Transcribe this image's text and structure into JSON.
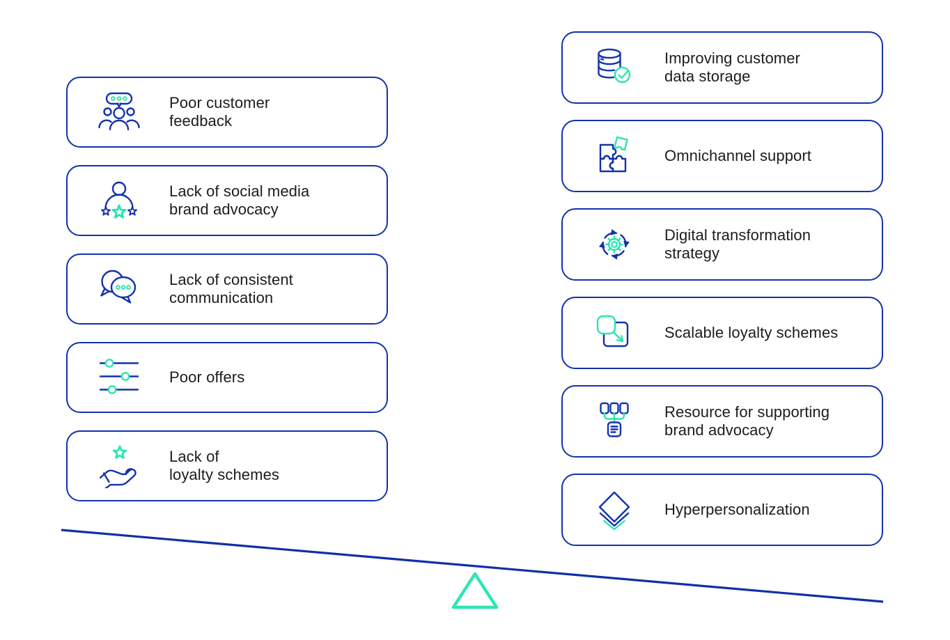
{
  "diagram": {
    "left_column": {
      "cards": [
        {
          "label": "Poor customer\nfeedback",
          "icon": "customer-feedback-icon"
        },
        {
          "label": "Lack of social media\nbrand advocacy",
          "icon": "brand-advocacy-stars-icon"
        },
        {
          "label": "Lack of consistent\ncommunication",
          "icon": "chat-bubbles-icon"
        },
        {
          "label": "Poor offers",
          "icon": "sliders-icon"
        },
        {
          "label": "Lack of\nloyalty schemes",
          "icon": "hand-holding-star-icon"
        }
      ]
    },
    "right_column": {
      "cards": [
        {
          "label": "Improving customer\ndata storage",
          "icon": "database-check-icon"
        },
        {
          "label": "Omnichannel support",
          "icon": "puzzle-pieces-icon"
        },
        {
          "label": "Digital transformation\nstrategy",
          "icon": "gear-cycle-arrows-icon"
        },
        {
          "label": "Scalable loyalty schemes",
          "icon": "scale-expand-icon"
        },
        {
          "label": "Resource for supporting\nbrand advocacy",
          "icon": "org-chart-document-icon"
        },
        {
          "label": "Hyperpersonalization",
          "icon": "stacked-layers-icon"
        }
      ]
    },
    "balance": {
      "beam": "tilted-beam-line",
      "fulcrum": "triangle-fulcrum-icon"
    },
    "colors": {
      "accent_blue": "#1232ac",
      "accent_teal": "#2be4b0",
      "beam_blue": "#1030a8",
      "text": "#1c1c1e",
      "background": "#ffffff"
    }
  }
}
